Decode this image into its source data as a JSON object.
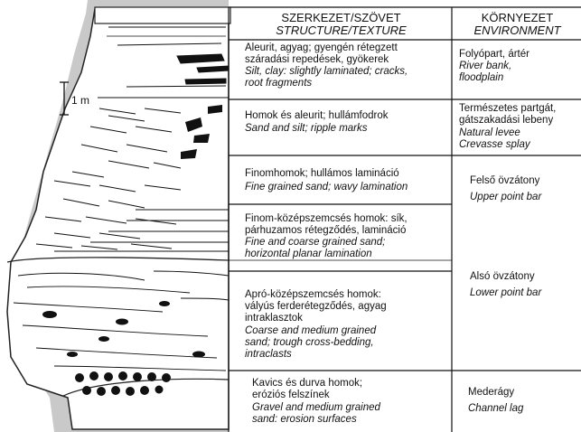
{
  "scale_label": "1 m",
  "header": {
    "structure_hu": "SZERKEZET/SZÖVET",
    "structure_en": "STRUCTURE/TEXTURE",
    "environment_hu": "KÖRNYEZET",
    "environment_en": "ENVIRONMENT"
  },
  "rows": [
    {
      "structure": [
        "Aleurit, agyag; gyengén rétegzett",
        "száradási repedések, gyökerek",
        "Silt, clay: slightly laminated; cracks,",
        "root fragments"
      ],
      "environment": [
        "Folyópart, ártér",
        "River bank,",
        "floodplain"
      ]
    },
    {
      "structure": [
        "Homok és aleurit; hullámfodrok",
        "Sand and silt; ripple marks"
      ],
      "environment": [
        "Természetes partgát,",
        "gátszakadási lebeny",
        "Natural levee",
        "Crevasse splay"
      ]
    },
    {
      "structure": [
        "Finomhomok; hullámos lamináció",
        "Fine grained sand; wavy lamination"
      ],
      "environment": [
        "Felső övzátony",
        "Upper point bar"
      ]
    },
    {
      "structure": [
        "Finom-középszemcsés homok: sík,",
        "párhuzamos rétegződés, lamináció",
        "Fine and coarse grained sand;",
        "horizontal planar lamination"
      ],
      "environment": []
    },
    {
      "structure": [
        "Apró-középszemcsés homok:",
        "vályús ferderétegződés, agyag",
        "intraklasztok",
        "Coarse and medium grained",
        "sand; trough cross-bedding,",
        "intraclasts"
      ],
      "environment": [
        "Alsó övzátony",
        "Lower point bar"
      ]
    },
    {
      "structure": [
        "Kavics és durva homok;",
        "eróziós felszínek",
        "Gravel and medium grained",
        "sand: erosion surfaces"
      ],
      "environment": [
        "Mederágy",
        "Channel lag"
      ]
    }
  ]
}
